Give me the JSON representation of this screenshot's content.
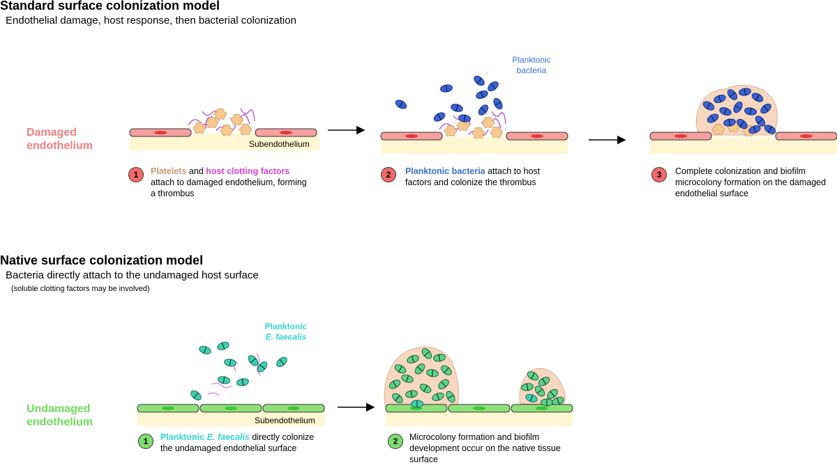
{
  "standard": {
    "title": "Standard surface colonization model",
    "subtitle": "Endothelial damage, host response, then bacterial colonization",
    "side_label_1": "Damaged",
    "side_label_2": "endothelium",
    "subendothelium": "Subendothelium",
    "planktonic_label_1": "Planktonic",
    "planktonic_label_2": "bacteria",
    "steps": [
      {
        "number": "1",
        "hl1": "Platelets",
        "mid": " and ",
        "hl2": "host clotting factors",
        "line2": "attach to damaged endothelium, forming",
        "line3": "a thrombus"
      },
      {
        "number": "2",
        "hl": "Planktonic bacteria",
        "rest": " attach to host",
        "line2": "factors and colonize the thrombus"
      },
      {
        "number": "3",
        "line1": "Complete colonization and biofilm",
        "line2": "microcolony formation on the damaged",
        "line3": "endothelial surface"
      }
    ]
  },
  "native": {
    "title": "Native surface colonization model",
    "subtitle": "Bacteria directly attach to the undamaged host surface",
    "note": "(soluble clotting factors may be involved)",
    "side_label_1": "Undamaged",
    "side_label_2": "endothelium",
    "subendothelium": "Subendothelium",
    "planktonic_label_1": "Planktonic",
    "planktonic_label_2": "E. faecalis",
    "steps": [
      {
        "number": "1",
        "hl1": "Planktonic ",
        "hl2": "E. faecalis",
        "rest": " directly colonize",
        "line2": "the undamaged endothelial surface"
      },
      {
        "number": "2",
        "line1": "Microcolony formation and biofilm",
        "line2": "development occur on the native tissue",
        "line3": "surface"
      }
    ]
  },
  "colors": {
    "damaged_label": "#f08080",
    "undamaged_label": "#6edc5a",
    "platelet_text": "#c8966e",
    "clotting_text": "#e040d8",
    "bacteria_text": "#3a6fd8",
    "faecalis_text": "#33d6d6",
    "badge_red": "#f26a6a",
    "badge_green": "#7fdc6e",
    "cell_red": "#f7a0a0",
    "cell_green": "#8fe07a",
    "subendo": "#fff7d2",
    "platelet": "#f7c98f",
    "bacteria_blue": "#3a63d6",
    "bacteria_teal": "#3fd0b0"
  },
  "icons": [
    "arrow-right-icon",
    "platelet-icon",
    "bacterium-icon",
    "clotting-fiber-icon",
    "endothelial-cell-icon"
  ]
}
